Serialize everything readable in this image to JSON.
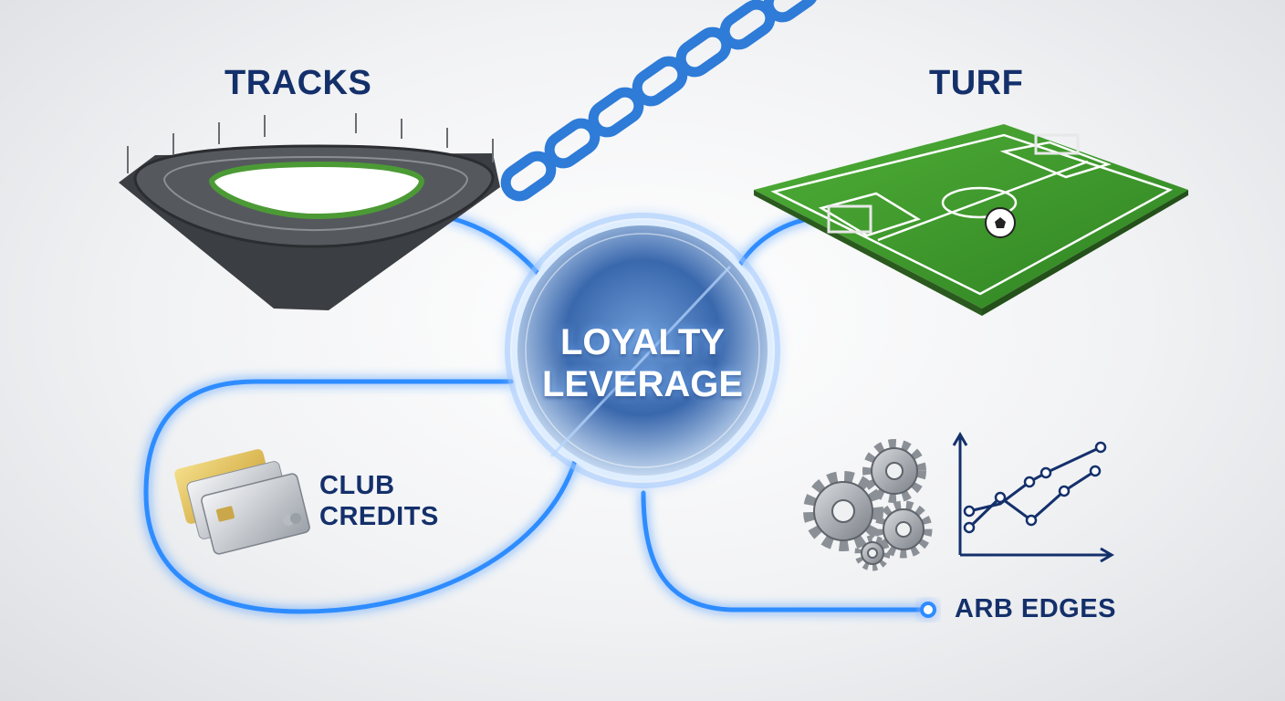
{
  "center": {
    "line1": "LOYALTY",
    "line2": "LEVERAGE"
  },
  "nodes": {
    "tracks": {
      "label": "TRACKS"
    },
    "turf": {
      "label": "TURF"
    },
    "club_credits": {
      "line1": "CLUB",
      "line2": "CREDITS"
    },
    "arb_edges": {
      "label": "ARB EDGES"
    }
  },
  "colors": {
    "label_navy": "#14306b",
    "glow_blue": "#2f8cff",
    "chain_blue": "#2e7bd8",
    "grass_green": "#3f9a2c",
    "track_gray": "#4a4d52"
  },
  "icons": [
    "stadium-track-icon",
    "chain-icon",
    "soccer-field-icon",
    "credit-cards-icon",
    "gears-icon",
    "line-chart-icon"
  ]
}
